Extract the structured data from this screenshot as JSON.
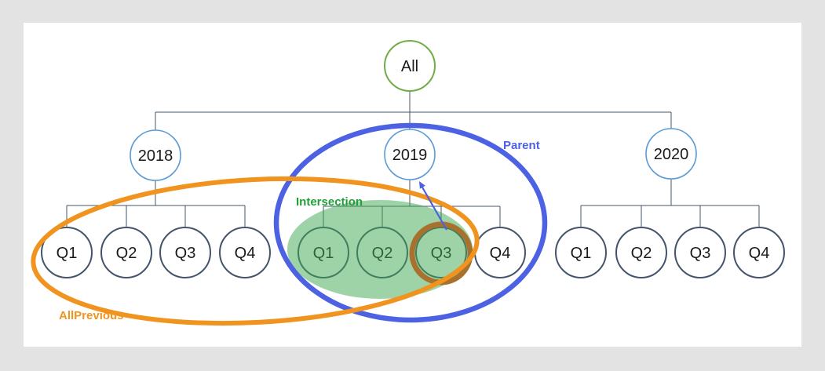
{
  "canvas": {
    "background_color": "#e3e3e3",
    "surface_color": "#ffffff"
  },
  "tree": {
    "root": {
      "label": "All",
      "border_color": "#70ad47"
    },
    "year_border_color": "#5b9bd5",
    "quarter_border_color": "#44546a",
    "connector_color": "#44546a",
    "years": [
      {
        "label": "2018",
        "quarters": [
          "Q1",
          "Q2",
          "Q3",
          "Q4"
        ]
      },
      {
        "label": "2019",
        "quarters": [
          "Q1",
          "Q2",
          "Q3",
          "Q4"
        ]
      },
      {
        "label": "2020",
        "quarters": [
          "Q1",
          "Q2",
          "Q3",
          "Q4"
        ]
      }
    ]
  },
  "annotations": {
    "all_previous": {
      "label": "AllPrevious",
      "color": "#F0941F"
    },
    "parent": {
      "label": "Parent",
      "color": "#4D62E3"
    },
    "intersection": {
      "label": "Intersection",
      "label_color": "#21A038",
      "fill_color": "#3DA751"
    },
    "selected_quarter": {
      "ring_color": "#A8722E"
    }
  }
}
